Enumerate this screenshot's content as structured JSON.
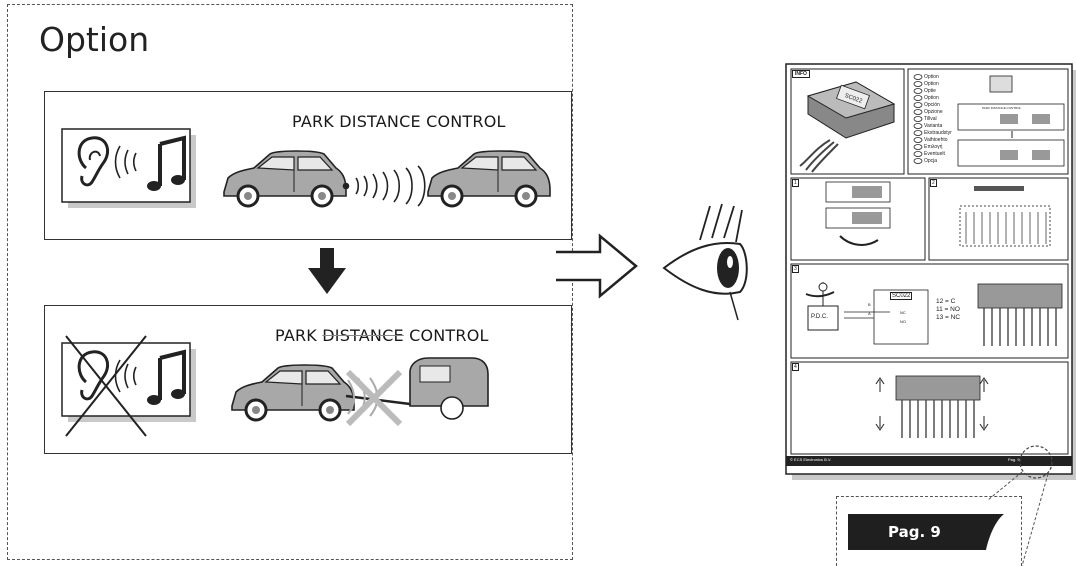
{
  "option_title": "Option",
  "panel_top": {
    "label": "PARK DISTANCE CONTROL"
  },
  "panel_bottom": {
    "label_part1": "PARK ",
    "label_struck": "DISTANCE",
    "label_part2": " CONTROL"
  },
  "manual": {
    "info_tag": "INFO",
    "module_label": "SC022",
    "languages": [
      "Option",
      "Option",
      "Optie",
      "Option",
      "Opción",
      "Opzione",
      "Tillval",
      "Varianta",
      "Ekstraudstyr",
      "Vaihtoehto",
      "Επιλογή",
      "Eventuelt",
      "Opcja"
    ],
    "step_labels": [
      "1",
      "2",
      "3",
      "4"
    ],
    "pdc_box": "P.D.C.",
    "module_small": "SC022",
    "pins": [
      "12 = C",
      "11 = NO",
      "13 = NC"
    ],
    "footer_left": "© ECS Electronics B.V.",
    "footer_right": "Pag. 9",
    "mini_pdc": "PARK DISTANCE CONTROL",
    "switch_labels": [
      "B",
      "A",
      "NC",
      "NO"
    ]
  },
  "callout": {
    "page_label": "Pag. 9"
  },
  "icons": [
    "ear-sound-icon",
    "music-note-icon",
    "car-icon",
    "caravan-icon",
    "down-arrow-icon",
    "right-arrow-icon",
    "eye-icon"
  ]
}
